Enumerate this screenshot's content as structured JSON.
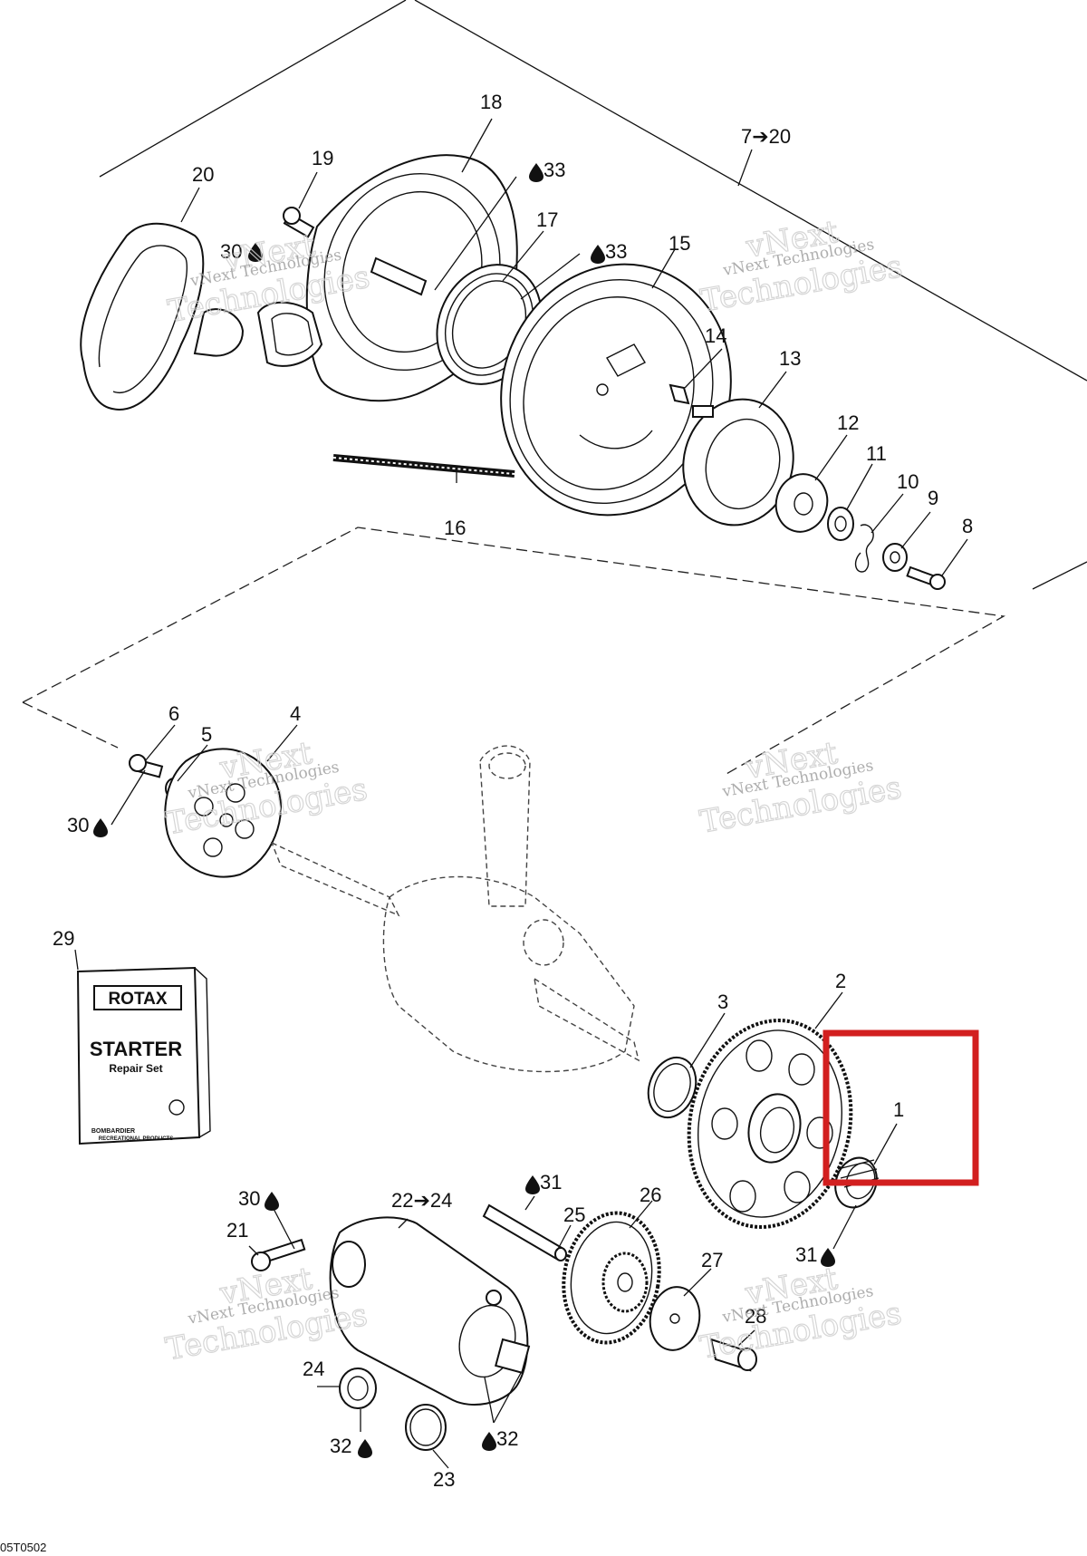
{
  "callouts": {
    "c1": "1",
    "c2": "2",
    "c3": "3",
    "c4": "4",
    "c5": "5",
    "c6": "6",
    "c7_20": "7➔20",
    "c8": "8",
    "c9": "9",
    "c10": "10",
    "c11": "11",
    "c12": "12",
    "c13": "13",
    "c14": "14",
    "c15": "15",
    "c16": "16",
    "c17": "17",
    "c18": "18",
    "c19": "19",
    "c20": "20",
    "c21": "21",
    "c22_24": "22➔24",
    "c23": "23",
    "c24": "24",
    "c25": "25",
    "c26": "26",
    "c27": "27",
    "c28": "28",
    "c29": "29",
    "c30a": "30",
    "c30b": "30",
    "c30c": "30",
    "c31a": "31",
    "c31b": "31",
    "c32a": "32",
    "c32b": "32",
    "c33a": "33",
    "c33b": "33"
  },
  "booklet": {
    "brand": "ROTAX",
    "title": "STARTER",
    "subtitle": "Repair Set",
    "maker": "BOMBARDIER",
    "maker_sub": "RECREATIONAL PRODUCTS"
  },
  "watermark": {
    "line1": "vNext",
    "line2": "Technologies",
    "small": "vNext Technologies"
  },
  "drawing_code": "05T0502",
  "colors": {
    "highlight": "#d21f1f",
    "ink": "#111111",
    "watermark": "#cfcfcf"
  }
}
